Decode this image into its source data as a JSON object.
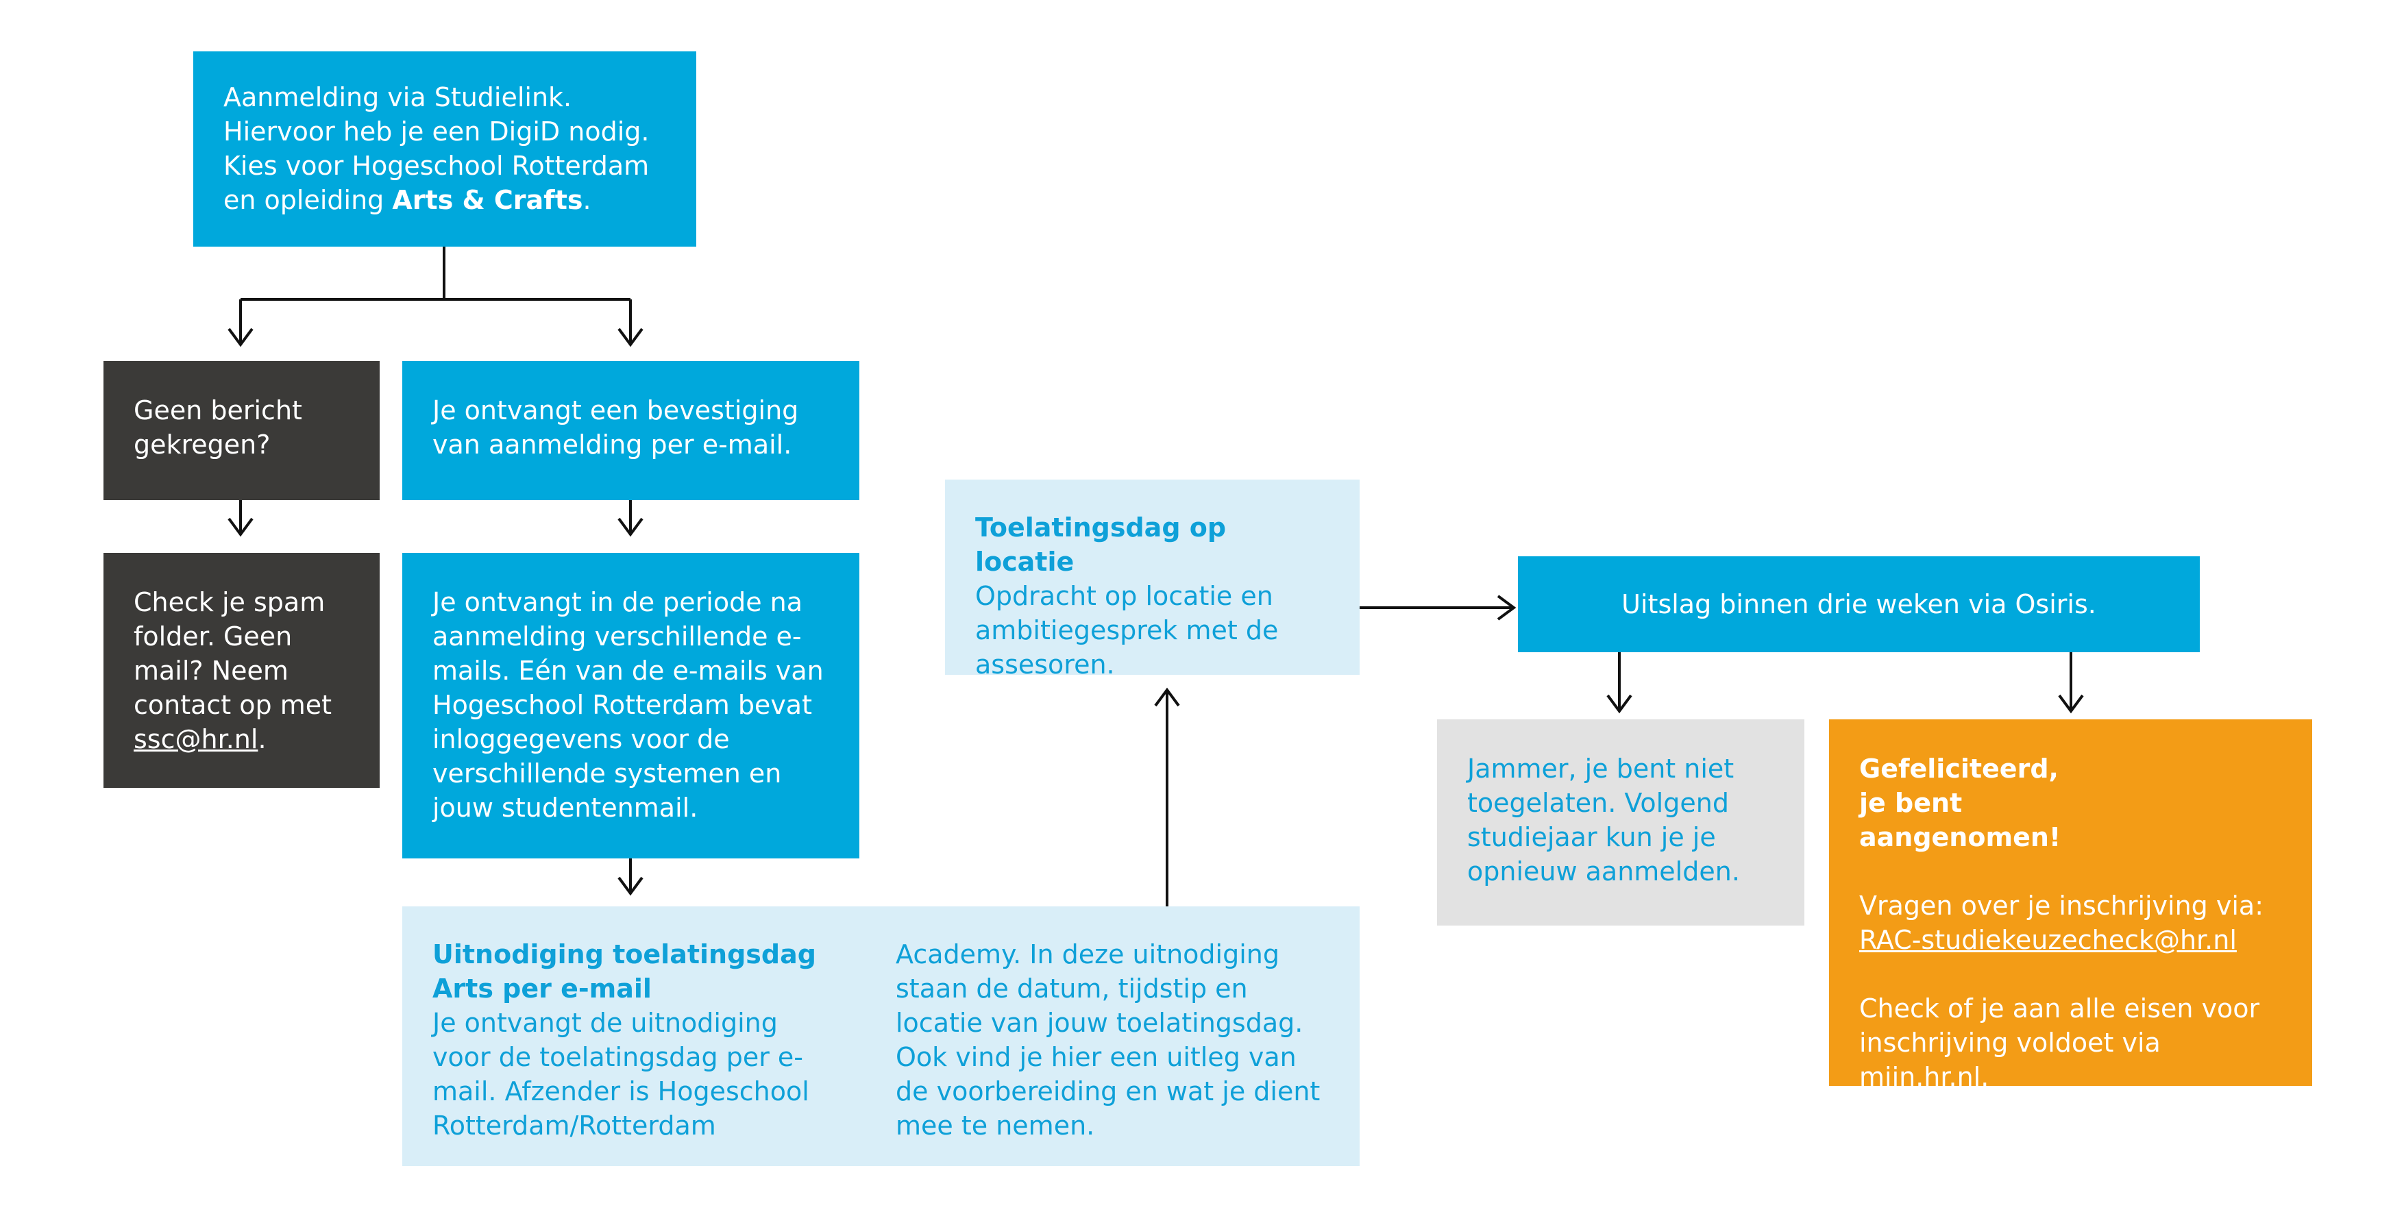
{
  "box_studielink": {
    "line1": "Aanmelding via Studielink.",
    "line2": "Hiervoor heb je een DigiD nodig.",
    "line3": "Kies voor Hogeschool Rotterdam",
    "line4_prefix": "en opleiding ",
    "line4_bold": "Arts & Crafts",
    "line4_suffix": "."
  },
  "box_geen_bericht": {
    "text": "Geen bericht gekregen?"
  },
  "box_spam": {
    "text": "Check je spam folder. Geen mail? Neem contact op met ",
    "email": "ssc@hr.nl",
    "suffix": "."
  },
  "box_bevestiging": {
    "text": "Je ontvangt een bevestiging van aanmelding per e-mail."
  },
  "box_periode": {
    "text": "Je ontvangt in de periode na aanmelding verschillende e-mails. Eén van de e-mails van Hogeschool Rotterdam bevat inloggegevens voor de verschillende systemen en jouw studentenmail."
  },
  "box_uitnodiging": {
    "title": "Uitnodiging toelatingsdag Arts per e-mail",
    "col1": "Je ontvangt de uitnodiging voor de toelatingsdag per e-mail. Afzender is Hogeschool Rotterdam/Rotterdam",
    "col2": "Academy. In deze uitnodiging staan de datum, tijdstip en locatie van jouw toelatingsdag. Ook vind je hier een uitleg van de voorbereiding en wat je dient mee te nemen."
  },
  "box_toelatingsdag": {
    "title": "Toelatingsdag op locatie",
    "text": "Opdracht op locatie en ambitiegesprek met de assesoren."
  },
  "box_uitslag": {
    "text": "Uitslag binnen drie weken via Osiris."
  },
  "box_jammer": {
    "text": "Jammer, je bent niet toegelaten. Volgend studiejaar kun je je opnieuw aanmelden."
  },
  "box_gefeliciteerd": {
    "title": "Gefeliciteerd, je bent aangenomen!",
    "vragen": "Vragen over je inschrijving via:",
    "email": "RAC-studiekeuzecheck@hr.nl",
    "check": "Check of je aan alle eisen voor inschrijving voldoet via ",
    "link": "mijn.hr.nl",
    "link_suffix": "."
  },
  "colors": {
    "blue": "#00a8dc",
    "dark": "#3b3a38",
    "light_blue": "#d9eef8",
    "grey": "#e2e2e2",
    "orange": "#f39c16"
  }
}
